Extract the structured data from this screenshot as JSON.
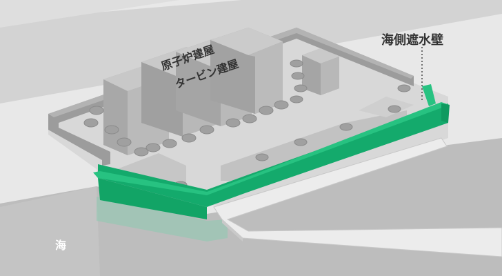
{
  "labels": {
    "seawall": "海側遮水壁",
    "reactor_building": "原子炉建屋",
    "turbine_building": "タービン建屋",
    "sea": "海"
  },
  "colors": {
    "ground": "#d6d6d6",
    "sea": "#b9b9b9",
    "seawall_top": "#22b97a",
    "seawall_face": "#13a86a",
    "seawall_reflection": "#8ccab0",
    "building_top": "#c9c9c9",
    "building_left": "#a9a9a9",
    "building_right": "#bdbdbd",
    "wall_gray": "#9a9a9a"
  }
}
